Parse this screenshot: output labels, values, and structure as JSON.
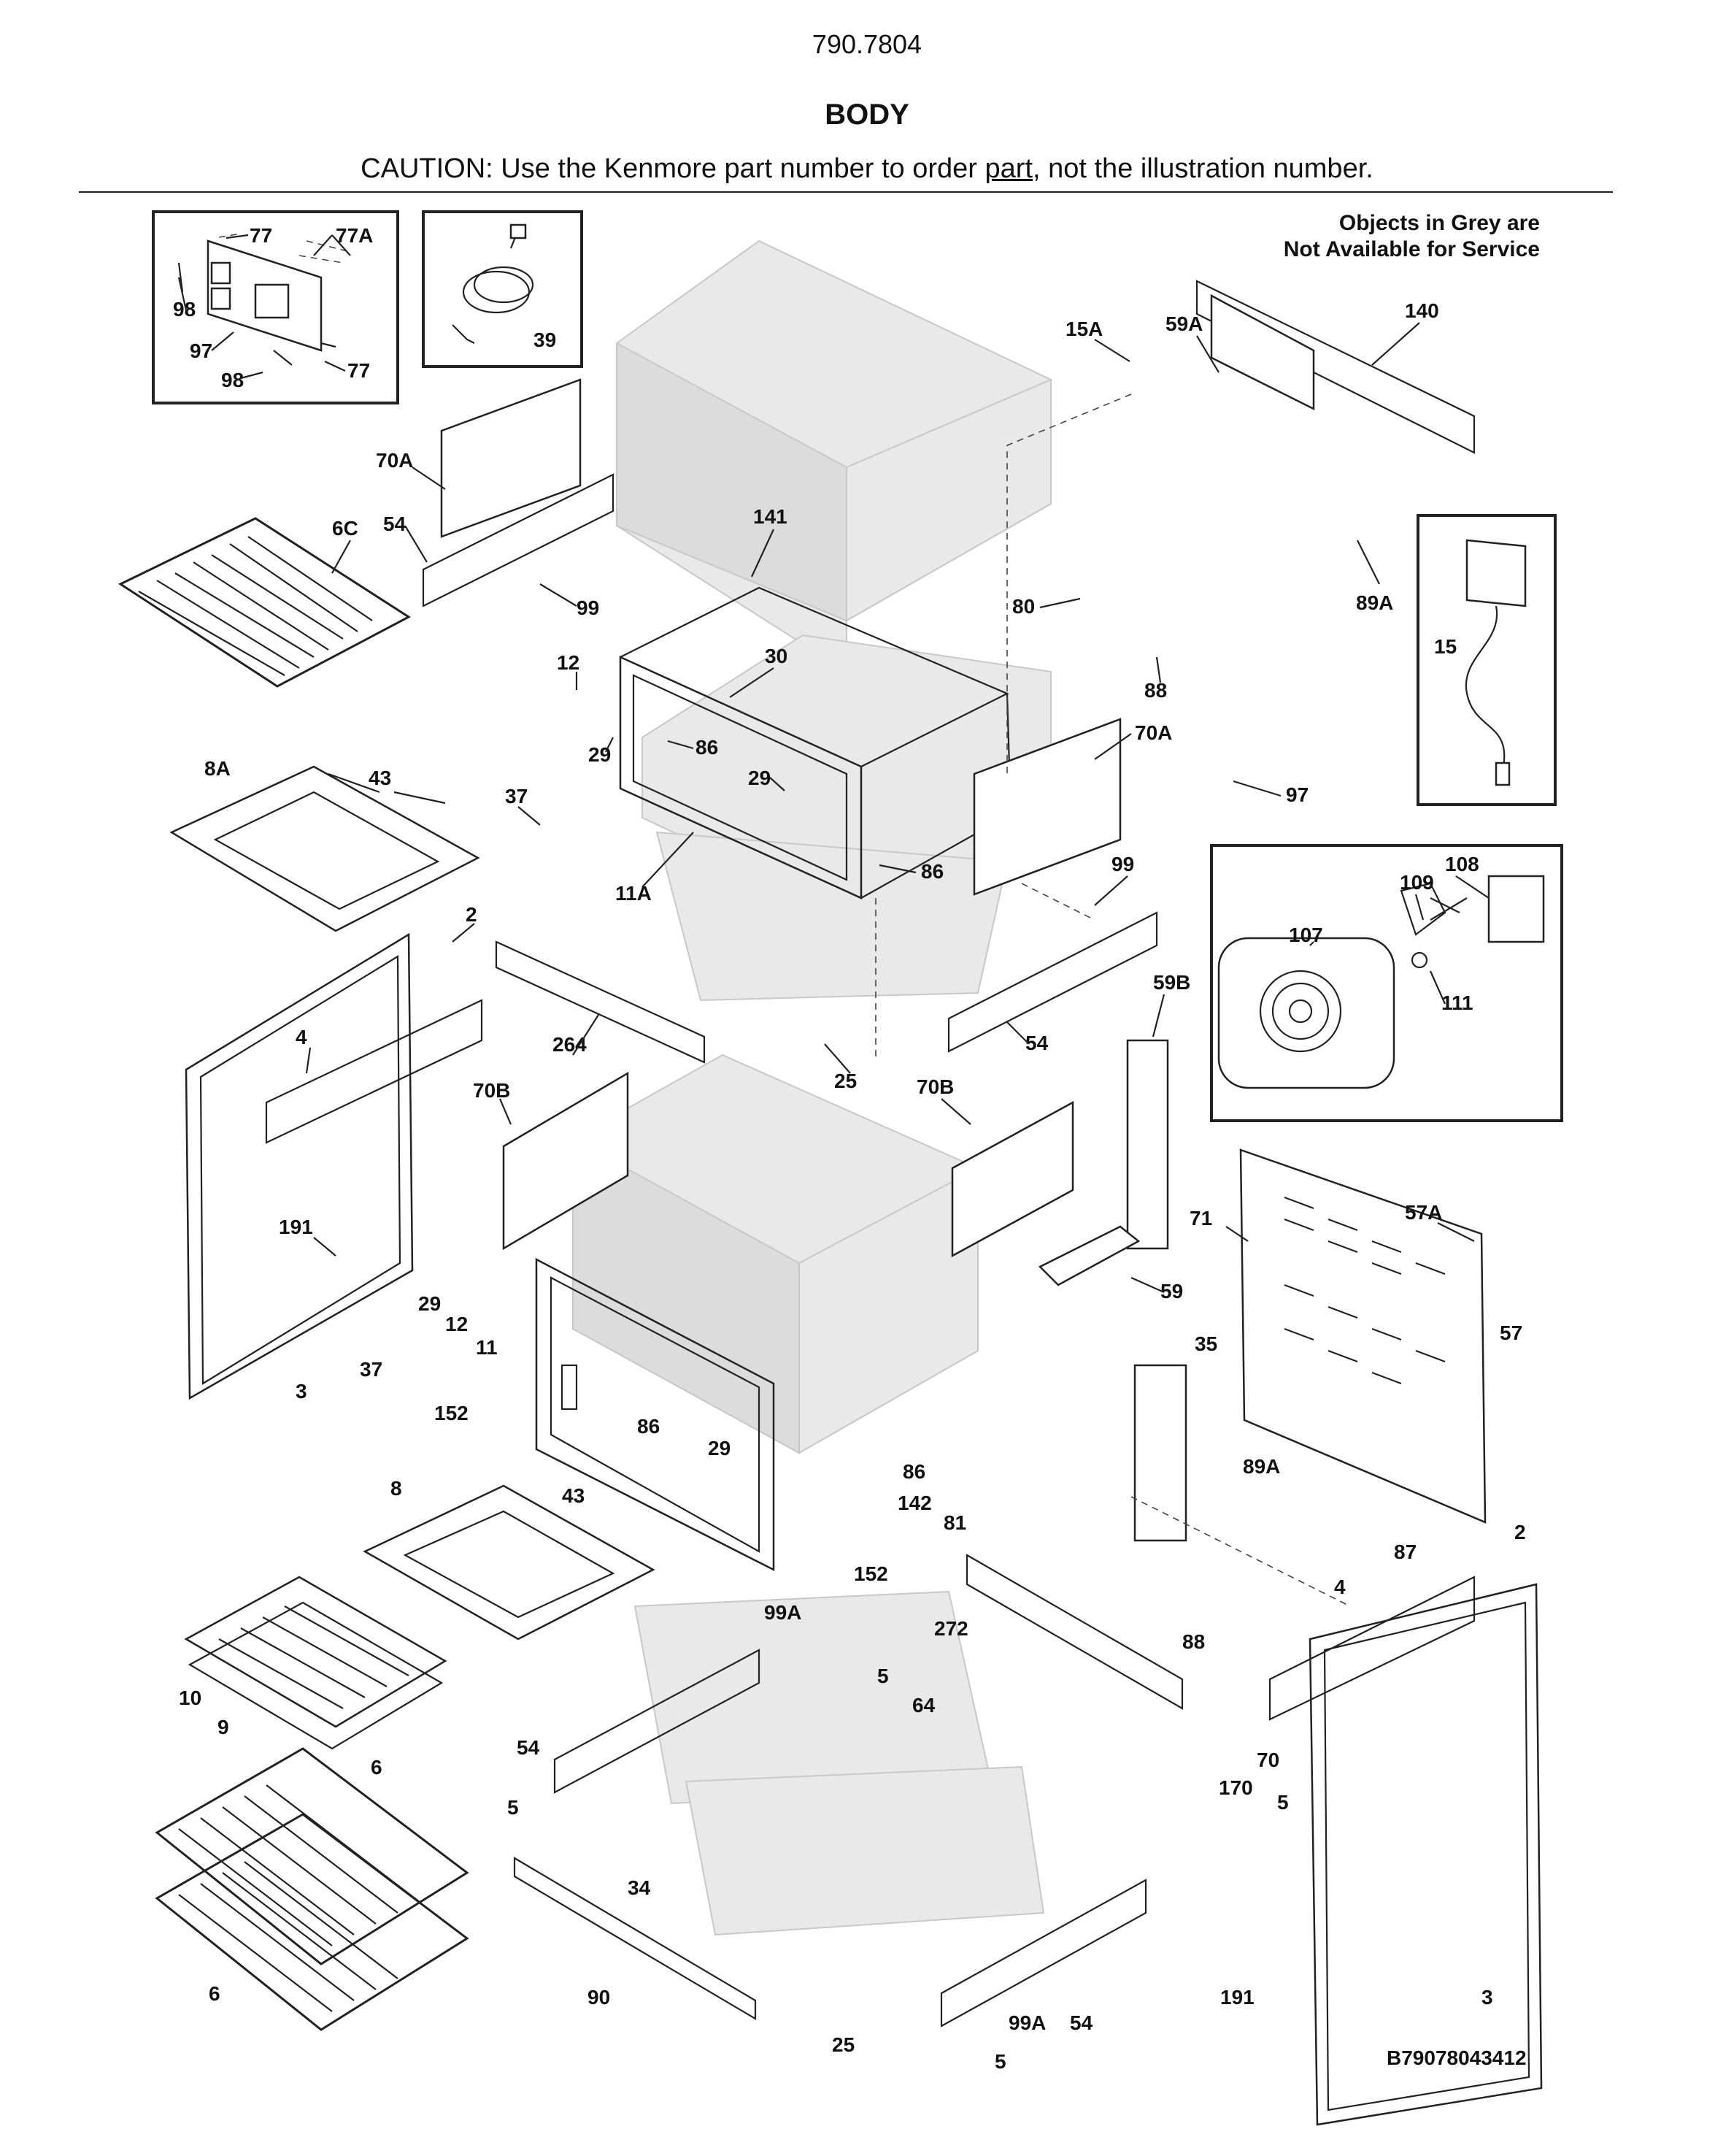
{
  "header": {
    "model_number": "790.7804",
    "section_title": "BODY",
    "caution_prefix": "CAUTION: Use the Kenmore part number to order ",
    "caution_link": "part",
    "caution_suffix": ", not the illustration number."
  },
  "legend_note": {
    "line1": "Objects in Grey are",
    "line2": "Not Available for Service"
  },
  "figure_code": "B79078043412",
  "callouts": {
    "c77a": "77",
    "c77b": "77A",
    "c98a": "98",
    "c97a": "97",
    "c98b": "98",
    "c77c": "77",
    "c39": "39",
    "c15a": "15A",
    "c59a": "59A",
    "c140": "140",
    "c70a_1": "70A",
    "c54_1": "54",
    "c6c": "6C",
    "c99_1": "99",
    "c141": "141",
    "c80": "80",
    "c89a_1": "89A",
    "c15": "15",
    "c88_1": "88",
    "c12_1": "12",
    "c30": "30",
    "c29_1": "29",
    "c86_1": "86",
    "c70a_2": "70A",
    "c8a": "8A",
    "c43_1": "43",
    "c37_1": "37",
    "c29_2": "29",
    "c97b": "97",
    "c11a": "11A",
    "c86_2": "86",
    "c99_2": "99",
    "c108": "108",
    "c109": "109",
    "c2_1": "2",
    "c107": "107",
    "c111": "111",
    "c4_1": "4",
    "c264": "264",
    "c54_2": "54",
    "c59b": "59B",
    "c25_1": "25",
    "c70b_1": "70B",
    "c70b_2": "70B",
    "c71": "71",
    "c57a": "57A",
    "c191_1": "191",
    "c59": "59",
    "c29_3": "29",
    "c12_2": "12",
    "c11": "11",
    "c35": "35",
    "c57": "57",
    "c3_1": "3",
    "c37_2": "37",
    "c152_1": "152",
    "c86_3": "86",
    "c29_4": "29",
    "c89a_2": "89A",
    "c86_4": "86",
    "c142": "142",
    "c43_2": "43",
    "c8": "8",
    "c81": "81",
    "c87": "87",
    "c152_2": "152",
    "c2_2": "2",
    "c99a_1": "99A",
    "c272": "272",
    "c88_2": "88",
    "c4_2": "4",
    "c10": "10",
    "c5_1": "5",
    "c9": "9",
    "c54_3": "54",
    "c64": "64",
    "c70": "70",
    "c6_1": "6",
    "c5_2": "5",
    "c170": "170",
    "c5_3": "5",
    "c34": "34",
    "c6_2": "6",
    "c90": "90",
    "c99a_2": "99A",
    "c54_4": "54",
    "c191_2": "191",
    "c3_2": "3",
    "c25_2": "25",
    "c5_4": "5"
  }
}
